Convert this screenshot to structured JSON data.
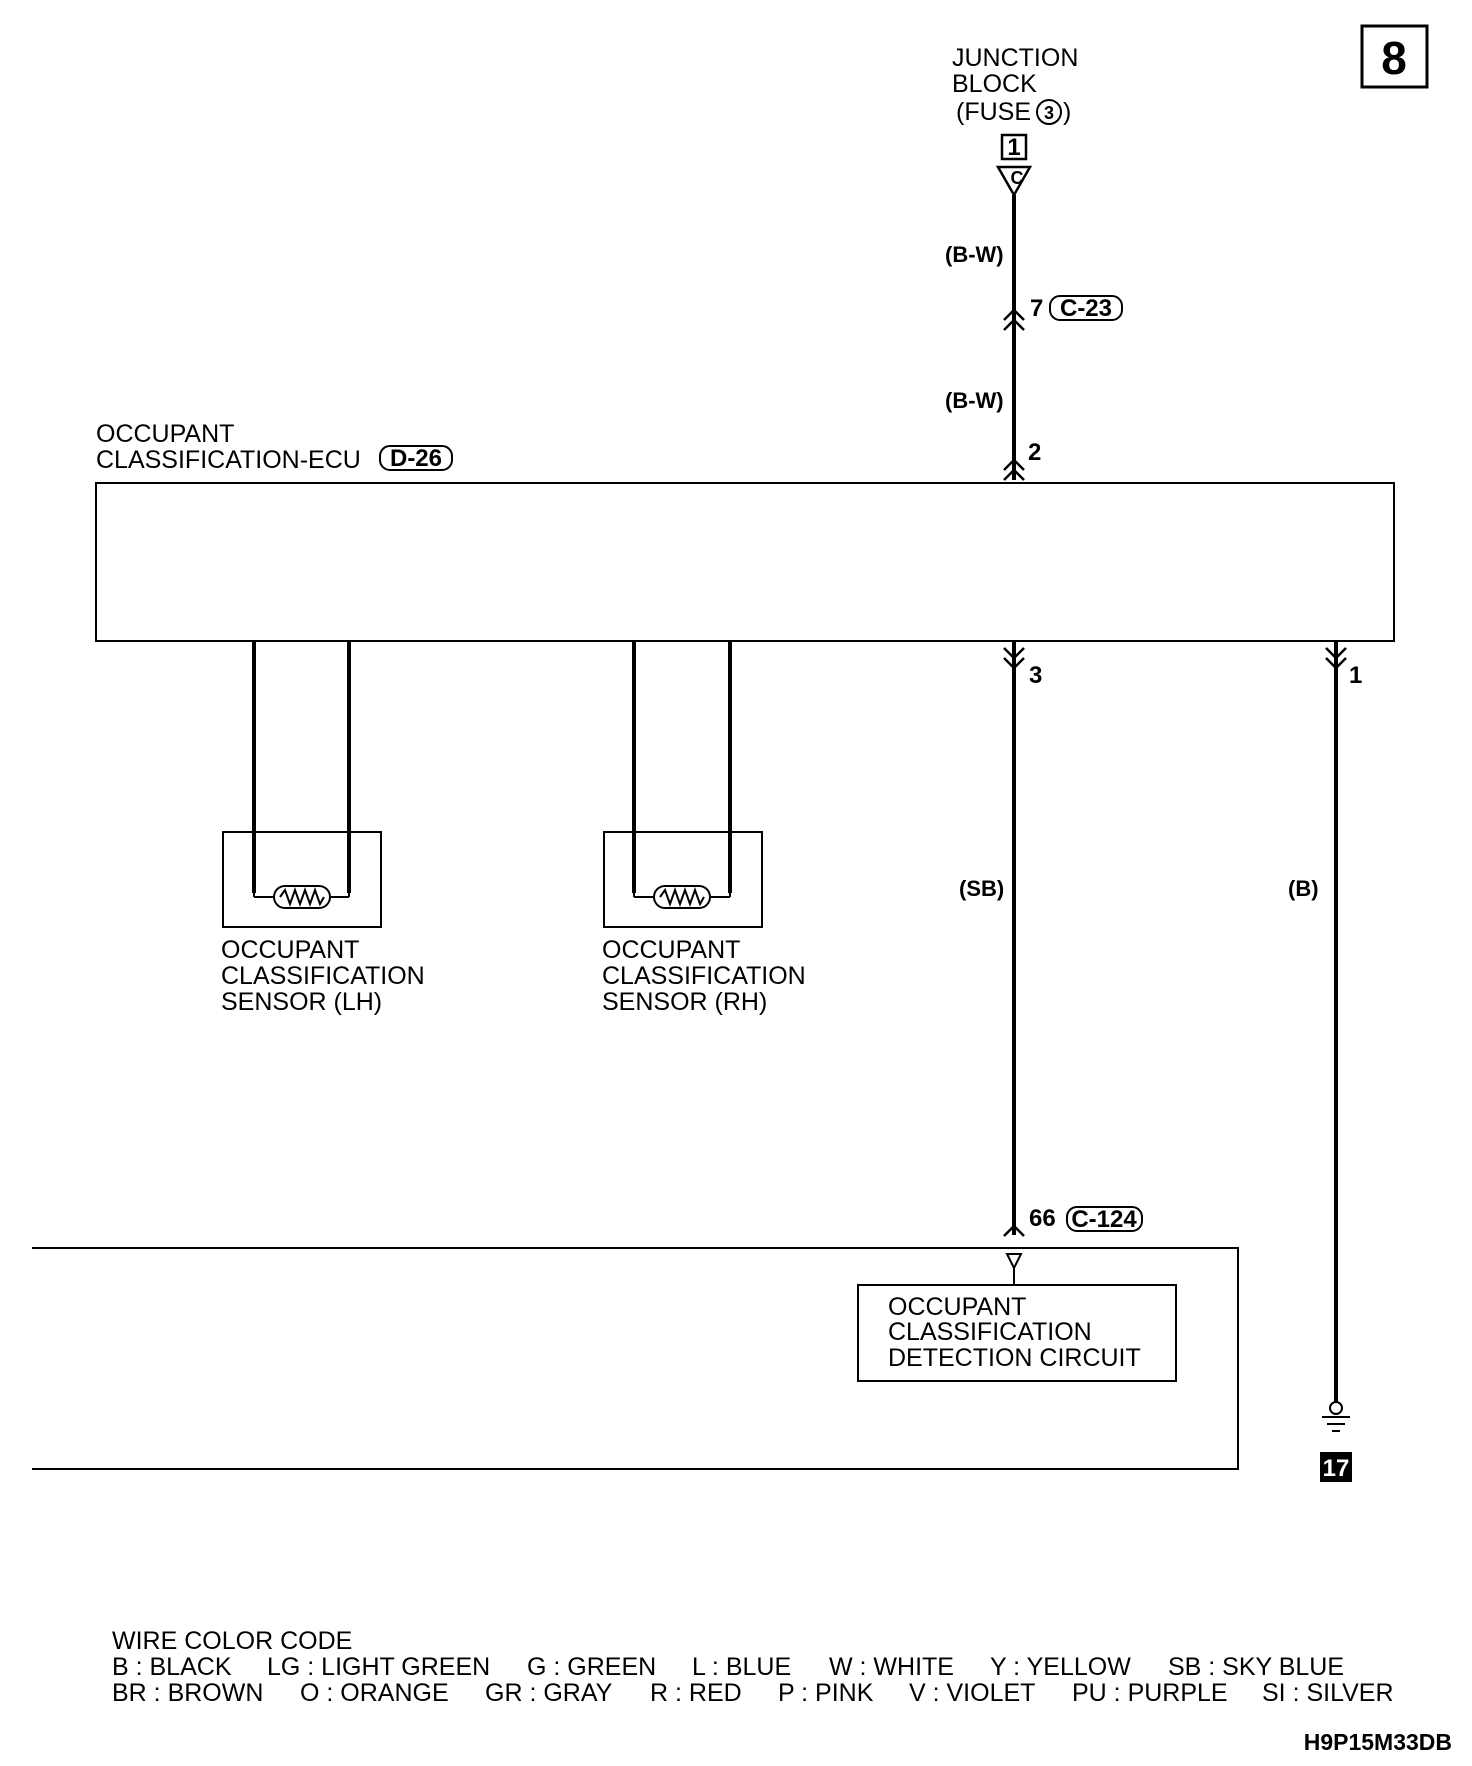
{
  "page_number": "8",
  "junction_block": {
    "lines": [
      "JUNCTION",
      "BLOCK",
      "(FUSE",
      ")"
    ],
    "fuse_number": "3",
    "terminal": "1",
    "connector_letter": "C"
  },
  "wires": {
    "bw_upper": "(B-W)",
    "bw_lower": "(B-W)",
    "sb": "(SB)",
    "b": "(B)"
  },
  "connectors": {
    "c23_pin": "7",
    "c23_label": "C-23",
    "ecu_pin_2": "2",
    "ecu_pin_3": "3",
    "ecu_pin_1": "1",
    "c124_pin": "66",
    "c124_label": "C-124"
  },
  "ecu": {
    "line1": "OCCUPANT",
    "line2": "CLASSIFICATION-ECU",
    "connector": "D-26"
  },
  "sensor_lh": [
    "OCCUPANT",
    "CLASSIFICATION",
    "SENSOR (LH)"
  ],
  "sensor_rh": [
    "OCCUPANT",
    "CLASSIFICATION",
    "SENSOR (RH)"
  ],
  "detection_circuit": [
    "OCCUPANT",
    "CLASSIFICATION",
    "DETECTION CIRCUIT"
  ],
  "ground_number": "17",
  "legend": {
    "title": "WIRE COLOR CODE",
    "row1": [
      "B : BLACK",
      "LG : LIGHT GREEN",
      "G : GREEN",
      "L : BLUE",
      "W : WHITE",
      "Y : YELLOW",
      "SB : SKY BLUE"
    ],
    "row2": [
      "BR : BROWN",
      "O : ORANGE",
      "GR : GRAY",
      "R : RED",
      "P : PINK",
      "V : VIOLET",
      "PU : PURPLE",
      "SI : SILVER"
    ]
  },
  "figure_code": "H9P15M33DB"
}
